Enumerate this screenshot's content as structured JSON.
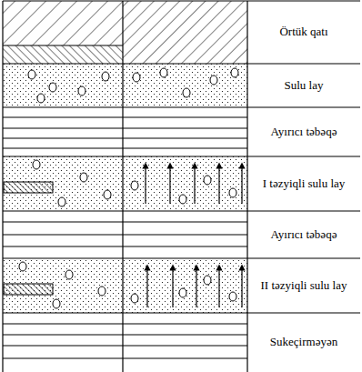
{
  "diagram": {
    "nodes": [
      {
        "text": [
          "Örtük qatı"
        ]
      },
      {
        "text": [
          "Sulu lay"
        ]
      },
      {
        "text": [
          "Ayırıcı təbəqə"
        ]
      },
      {
        "text": [
          "I təzyiqli sulu lay"
        ]
      },
      {
        "text": [
          "Ayırıcı təbəqə"
        ]
      },
      {
        "text": [
          "II təzyiqli sulu lay"
        ]
      },
      {
        "text": [
          "Sukeçirməyən"
        ]
      }
    ]
  }
}
